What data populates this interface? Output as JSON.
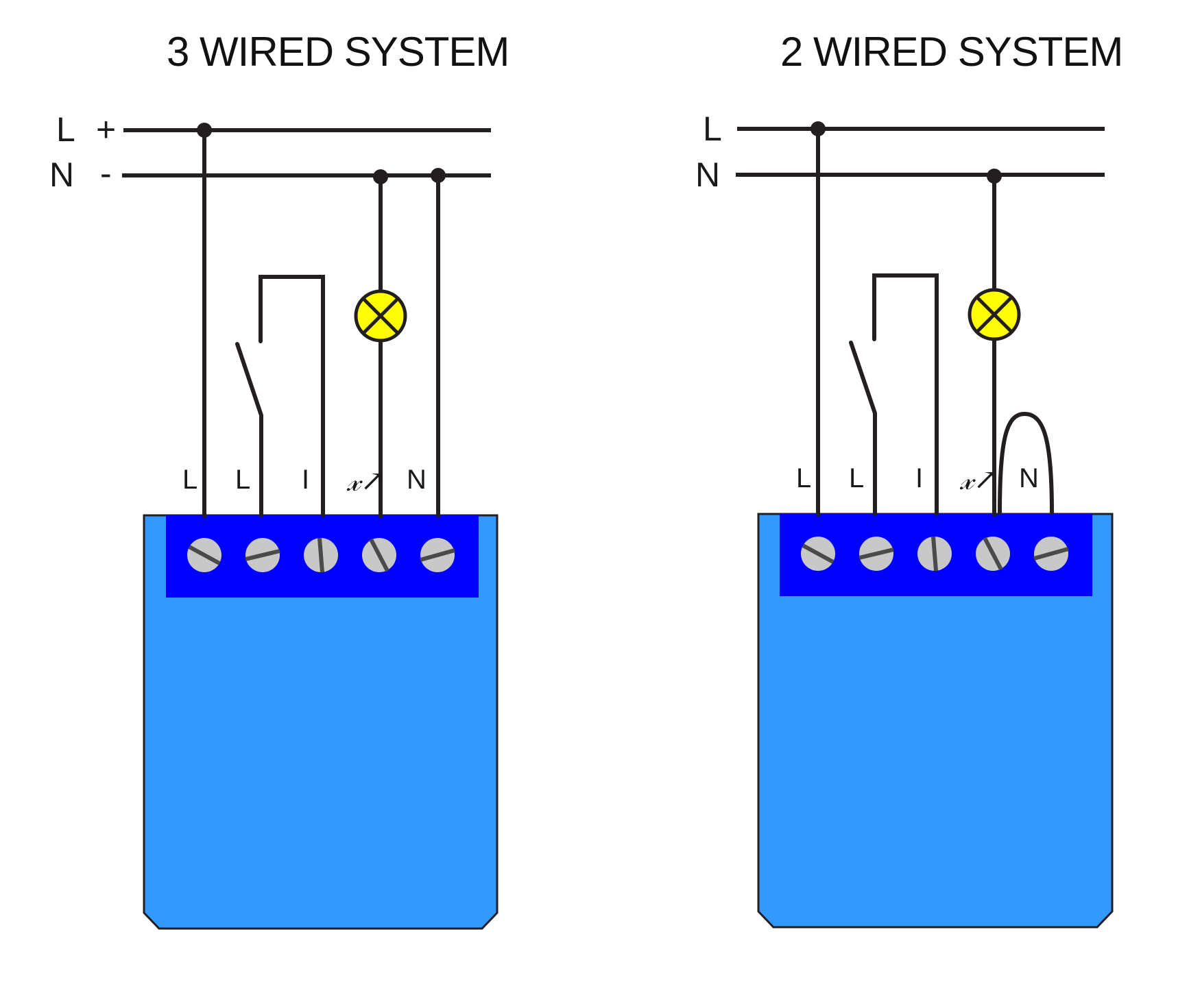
{
  "colors": {
    "housing": "#3399ff",
    "terminal_block": "#0000ff",
    "lamp": "#ffff00",
    "wire": "#231f20",
    "screw": "#c8c8c8"
  },
  "three_wire": {
    "title": "3 WIRED SYSTEM",
    "rails": [
      {
        "name": "L",
        "polarity": "+"
      },
      {
        "name": "N",
        "polarity": "-"
      }
    ],
    "terminals": [
      "L",
      "L",
      "I",
      "dimmer-output",
      "N"
    ],
    "terminal_labels": [
      "L",
      "L",
      "I",
      "N"
    ],
    "dimmer_symbol": "𝓍↗"
  },
  "two_wire": {
    "title": "2 WIRED SYSTEM",
    "rails": [
      {
        "name": "L"
      },
      {
        "name": "N"
      }
    ],
    "terminals": [
      "L",
      "L",
      "I",
      "dimmer-output",
      "N"
    ],
    "terminal_labels": [
      "L",
      "L",
      "I",
      "N"
    ],
    "dimmer_symbol": "𝓍↗"
  },
  "icons": [
    "lamp-icon",
    "switch-icon",
    "screw-terminal-icon",
    "dimmer-icon"
  ]
}
